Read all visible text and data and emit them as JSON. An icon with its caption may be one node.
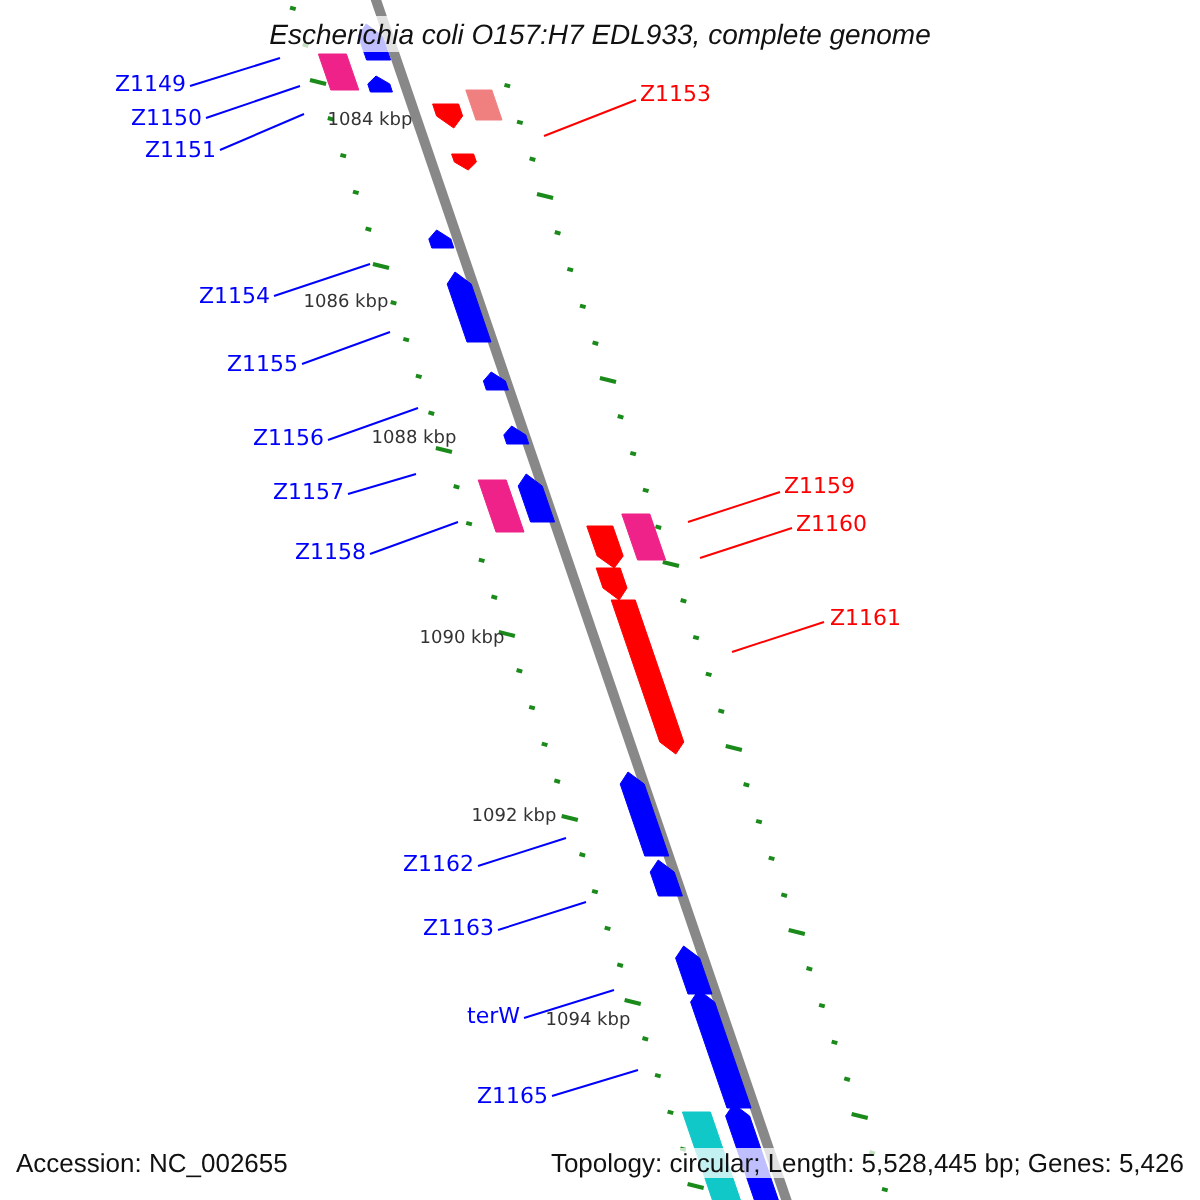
{
  "diagram": {
    "title": "Escherichia coli O157:H7 EDL933, complete genome",
    "nodes": [
      {
        "text": [
          "Z1149"
        ]
      },
      {
        "text": [
          "Z1153"
        ]
      },
      {
        "text": [
          "Z1150"
        ]
      },
      {
        "text": [
          "Z1151"
        ]
      },
      {
        "text": [
          "Z1154"
        ]
      },
      {
        "text": [
          "Z1155"
        ]
      },
      {
        "text": [
          "Z1156"
        ]
      },
      {
        "text": [
          "Z1159"
        ]
      },
      {
        "text": [
          "Z1157"
        ]
      },
      {
        "text": [
          "Z1160"
        ]
      },
      {
        "text": [
          "Z1158"
        ]
      },
      {
        "text": [
          "Z1161"
        ]
      },
      {
        "text": [
          "Z1162"
        ]
      },
      {
        "text": [
          "Z1163"
        ]
      },
      {
        "text": [
          "terW"
        ]
      },
      {
        "text": [
          "Z1165"
        ]
      }
    ],
    "edges": [
      {
        "from": 0,
        "to": null,
        "arrow": "none"
      },
      {
        "from": 1,
        "to": null,
        "arrow": "none",
        "color": "#ff0000"
      },
      {
        "from": 2,
        "to": null,
        "arrow": "none"
      },
      {
        "from": 3,
        "to": null,
        "arrow": "none"
      },
      {
        "from": 4,
        "to": null,
        "arrow": "none"
      },
      {
        "from": 5,
        "to": null,
        "arrow": "none"
      },
      {
        "from": 6,
        "to": null,
        "arrow": "none"
      },
      {
        "from": 7,
        "to": null,
        "arrow": "none",
        "color": "#ff0000"
      },
      {
        "from": 8,
        "to": null,
        "arrow": "none"
      },
      {
        "from": 9,
        "to": null,
        "arrow": "none",
        "color": "#ff0000"
      },
      {
        "from": 10,
        "to": null,
        "arrow": "none"
      },
      {
        "from": 11,
        "to": null,
        "arrow": "none",
        "color": "#ff0000"
      },
      {
        "from": 12,
        "to": null,
        "arrow": "none"
      },
      {
        "from": 13,
        "to": null,
        "arrow": "none"
      },
      {
        "from": 14,
        "to": null,
        "arrow": "none"
      },
      {
        "from": 15,
        "to": null,
        "arrow": "none"
      }
    ],
    "labels": [
      "1084 kbp",
      "1086 kbp",
      "1088 kbp",
      "1090 kbp",
      "1092 kbp",
      "1094 kbp",
      "Accession: NC_002655",
      "Topology: circular; Length: 5,528,445 bp; Genes: 5,426"
    ]
  }
}
